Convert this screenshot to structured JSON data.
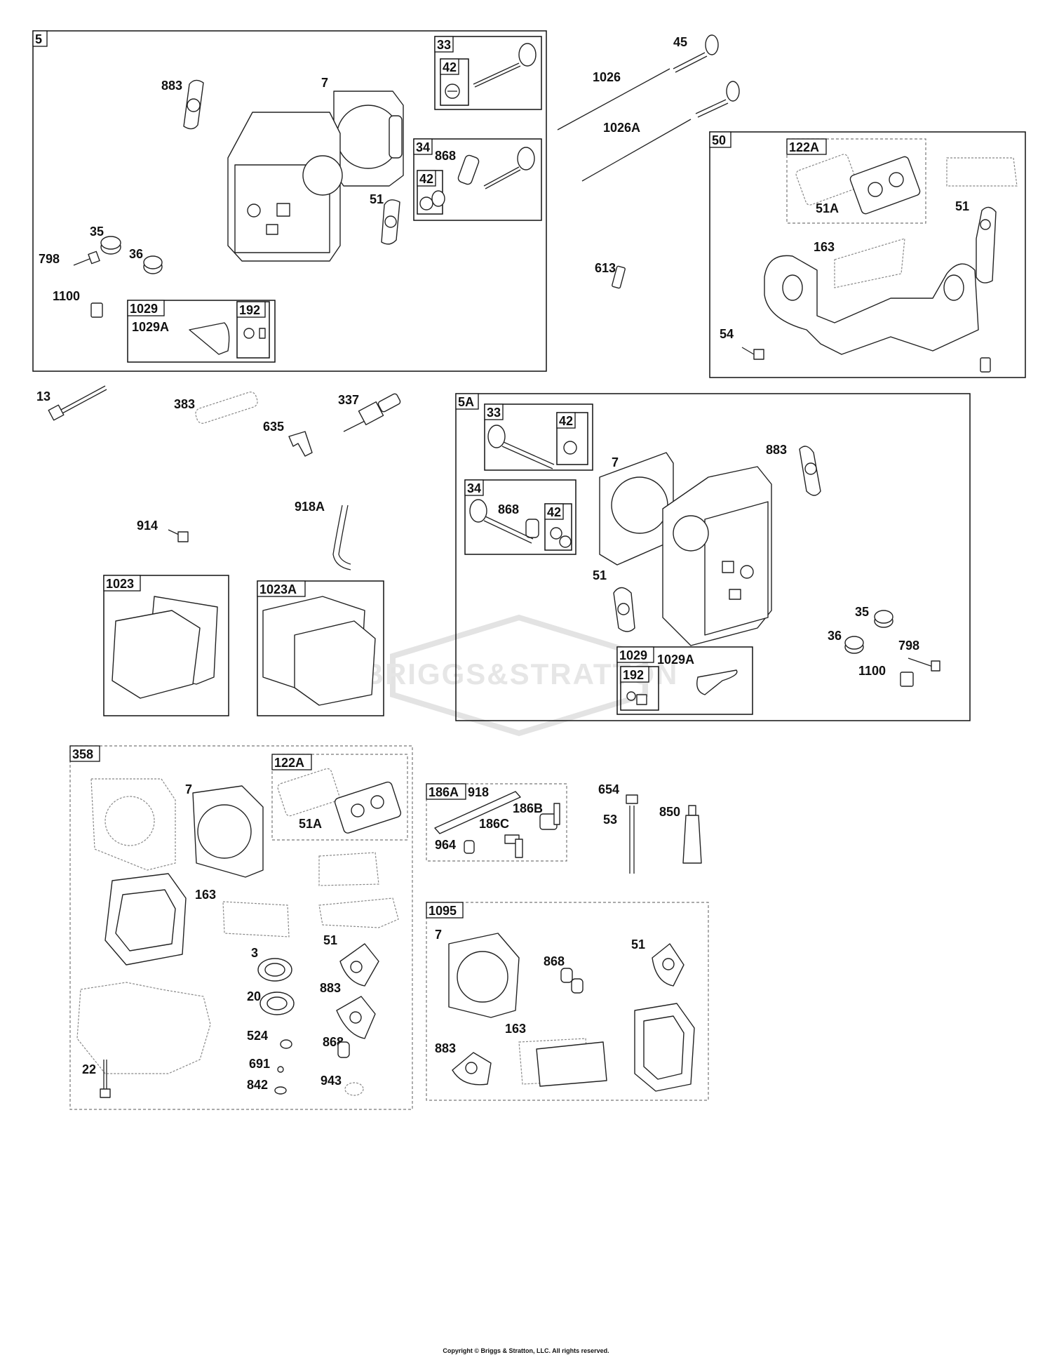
{
  "watermark": "BRIGGS&STRATTON",
  "footer": "Copyright © Briggs & Stratton, LLC. All rights reserved.",
  "callouts": {
    "n5": "5",
    "n33a": "33",
    "n42a": "42",
    "n34a": "34",
    "n868a": "868",
    "n42b": "42",
    "n883a": "883",
    "n7a": "7",
    "n51a": "51",
    "n35a": "35",
    "n798a": "798",
    "n36a": "36",
    "n1100a": "1100",
    "n1029a": "1029",
    "n1029Aa": "1029A",
    "n192a": "192",
    "n45": "45",
    "n1026": "1026",
    "n1026A": "1026A",
    "n613": "613",
    "n50": "50",
    "n122Aa": "122A",
    "n51Aa": "51A",
    "n163a": "163",
    "n51b": "51",
    "n54": "54",
    "n13": "13",
    "n383": "383",
    "n337": "337",
    "n635": "635",
    "n914": "914",
    "n918A": "918A",
    "n1023": "1023",
    "n1023A": "1023A",
    "n5A": "5A",
    "n33b": "33",
    "n42c": "42",
    "n34b": "34",
    "n868b": "868",
    "n42d": "42",
    "n7b": "7",
    "n883b": "883",
    "n51c": "51",
    "n35b": "35",
    "n36b": "36",
    "n798b": "798",
    "n1100b": "1100",
    "n1029b": "1029",
    "n1029Ab": "1029A",
    "n192b": "192",
    "n358": "358",
    "n7c": "7",
    "n122Ab": "122A",
    "n51Ab": "51A",
    "n163b": "163",
    "n3": "3",
    "n51d": "51",
    "n20": "20",
    "n883c": "883",
    "n524": "524",
    "n868c": "868",
    "n691": "691",
    "n22": "22",
    "n842": "842",
    "n943": "943",
    "n186A": "186A",
    "n918": "918",
    "n186B": "186B",
    "n186C": "186C",
    "n964": "964",
    "n654": "654",
    "n53": "53",
    "n850": "850",
    "n1095": "1095",
    "n7d": "7",
    "n868d": "868",
    "n51e": "51",
    "n163c": "163",
    "n883d": "883"
  }
}
